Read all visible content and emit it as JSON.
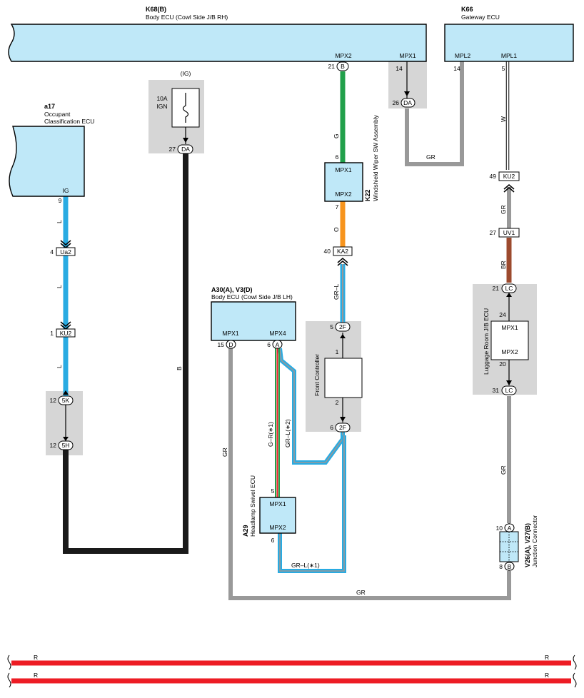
{
  "components": {
    "k68": {
      "code": "K68(B)",
      "name": "Body ECU (Cowl Side J/B RH)",
      "pins": {
        "mpx2": "MPX2",
        "mpx1": "MPX1"
      }
    },
    "k66": {
      "code": "K66",
      "name": "Gateway ECU",
      "pins": {
        "mpl2": "MPL2",
        "mpl1": "MPL1"
      }
    },
    "a17": {
      "code": "a17",
      "name_line1": "Occupant",
      "name_line2": "Classification ECU",
      "pins": {
        "ig": "IG"
      }
    },
    "fuse": {
      "circuit": "(IG)",
      "rating": "10A",
      "name": "IGN"
    },
    "k22": {
      "code": "K22",
      "name": "Windshield Wiper SW Assembly",
      "pins": {
        "mpx1": "MPX1",
        "mpx2": "MPX2"
      }
    },
    "a30": {
      "code": "A30(A), V3(D)",
      "name": "Body ECU (Cowl Side J/B LH)",
      "pins": {
        "mpx1": "MPX1",
        "mpx4": "MPX4"
      }
    },
    "front_controller": {
      "name": "Front Controller"
    },
    "luggage": {
      "name": "Luggage Room J/B ECU",
      "pins": {
        "mpx1": "MPX1",
        "mpx2": "MPX2"
      }
    },
    "a29": {
      "code": "A29",
      "name": "Headlamp Swivel ECU",
      "pins": {
        "mpx1": "MPX1",
        "mpx2": "MPX2"
      }
    },
    "v26": {
      "code": "V26(A), V27(B)",
      "name": "Junction Connector"
    }
  },
  "connectors": {
    "k68_b": {
      "id": "B",
      "pin": "21"
    },
    "da_top": {
      "id": "DA",
      "pin": "26",
      "src_pin": "14"
    },
    "k66_mpl2_pin": "14",
    "k66_mpl1_pin": "5",
    "da_fuse": {
      "id": "DA",
      "pin": "27"
    },
    "ig_pin": "9",
    "ua2": {
      "id": "Ua2",
      "pin": "4"
    },
    "ku2_left": {
      "id": "KU2",
      "pin": "1"
    },
    "j5k": {
      "id": "5K",
      "pin": "12"
    },
    "j5h": {
      "id": "5H",
      "pin": "12"
    },
    "k22_pin_top": "6",
    "k22_pin_bottom": "7",
    "ka2": {
      "id": "KA2",
      "pin": "40"
    },
    "ku2_right": {
      "id": "KU2",
      "pin": "49"
    },
    "uv1": {
      "id": "UV1",
      "pin": "27"
    },
    "lc_top": {
      "id": "LC",
      "pin": "21"
    },
    "lc_bottom": {
      "id": "LC",
      "pin": "31"
    },
    "luggage_pin_top": "24",
    "luggage_pin_bottom": "20",
    "j2f_top": {
      "id": "2F",
      "pin": "5"
    },
    "j2f_bottom": {
      "id": "2F",
      "pin": "6"
    },
    "fc_pin_top": "1",
    "fc_pin_bottom": "2",
    "a30_d": {
      "id": "D",
      "pin": "15"
    },
    "a30_a": {
      "id": "A",
      "pin": "6"
    },
    "a29_pin_top": "5",
    "a29_pin_bottom": "6",
    "v_a": {
      "id": "A",
      "pin": "10"
    },
    "v_b": {
      "id": "B",
      "pin": "8"
    }
  },
  "wire_labels": {
    "g": "G",
    "o": "O",
    "gr_l": "GR–L",
    "gr_top": "GR",
    "w": "W",
    "gr_right": "GR",
    "br": "BR",
    "gr_lower_right": "GR",
    "l1": "L",
    "l2": "L",
    "l3": "L",
    "b": "B",
    "gr_left": "GR",
    "g_r1": "G–R(∗1)",
    "gr_l2": "GR–L(∗2)",
    "gr_l1": "GR–L(∗1)",
    "gr_bottom": "GR",
    "r1_left": "R",
    "r1_right": "R",
    "r2_left": "R",
    "r2_right": "R"
  },
  "colors": {
    "green": "#21a04b",
    "orange": "#f7941d",
    "blue": "#29abe2",
    "gray": "#999999",
    "brown": "#9c4a2e",
    "black": "#1a1a1a",
    "red": "#ed1c24",
    "ecu_fill": "#bfe8f8",
    "shade": "#d6d6d6"
  }
}
